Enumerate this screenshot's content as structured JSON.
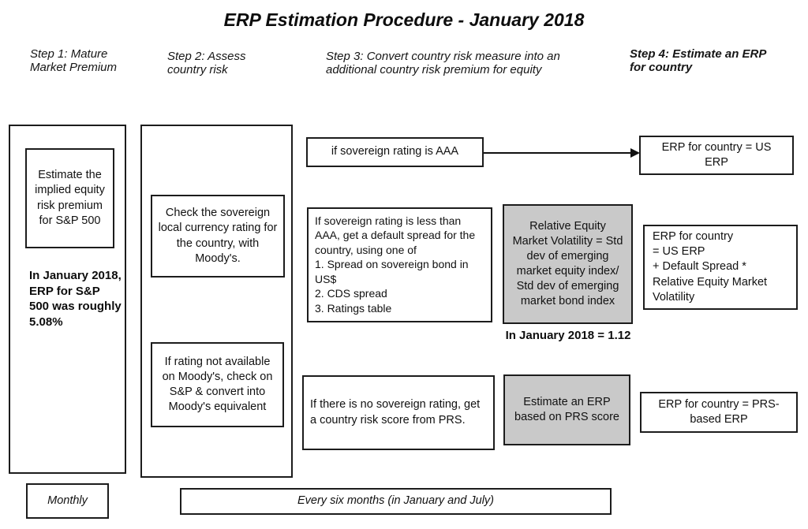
{
  "title": "ERP Estimation Procedure - January 2018",
  "headers": {
    "step1": "Step 1: Mature Market Premium",
    "step2": "Step 2: Assess country risk",
    "step3": "Step 3: Convert country risk measure into an additional country risk premium for equity",
    "step4": "Step 4: Estimate an ERP for country"
  },
  "step1": {
    "estimate_box": "Estimate the implied equity risk premium for S&P 500",
    "note": "In January 2018, ERP for S&P 500 was roughly 5.08%"
  },
  "step2": {
    "moodys_box": "Check the sovereign local currency rating for the country, with Moody's.",
    "sp_convert_box": "If rating not available on Moody's, check on S&P & convert into Moody's equivalent"
  },
  "step3": {
    "aaa_box": "if sovereign rating is AAA",
    "less_than_aaa_box": "If sovereign rating is less than AAA, get a default spread for the country, using one of\n1. Spread on sovereign bond in US$\n2. CDS spread\n3. Ratings table",
    "relative_volatility_box": "Relative Equity Market Volatility = Std dev of emerging market equity index/ Std dev of emerging market bond index",
    "relative_volatility_value": "In January 2018 = 1.12",
    "no_rating_box": "If there is no sovereign rating, get a country risk score from PRS.",
    "prs_box": "Estimate an ERP based on PRS score"
  },
  "step4": {
    "us_erp_result": "ERP for country = US ERP",
    "spread_result": "ERP for country\n= US ERP\n+ Default Spread *\nRelative Equity Market\nVolatility",
    "prs_result": "ERP for country = PRS-based ERP"
  },
  "frequency": {
    "monthly": "Monthly",
    "semiannual": "Every six months (in January and July)"
  },
  "colors": {
    "highlight_gray": "#c9c9c9",
    "border": "#1c1c1c",
    "text": "#111111"
  }
}
